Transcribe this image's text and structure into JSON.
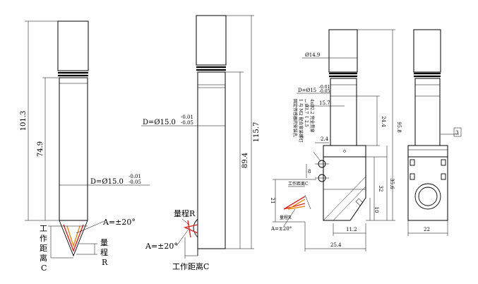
{
  "view1": {
    "total_length": "101.3",
    "body_length": "74.9",
    "diameter": "D=Ø15.0",
    "tol_upper": "-0.01",
    "tol_lower": "-0.05",
    "angle": "A=±20°",
    "wd_label_chars": [
      "工",
      "作",
      "距",
      "离",
      "C"
    ],
    "range_label_chars": [
      "量",
      "程",
      "R"
    ]
  },
  "view2": {
    "total_length": "115.7",
    "body_length": "89.4",
    "diameter": "D=Ø15.0",
    "tol_upper": "-0.01",
    "tol_lower": "-0.05",
    "range_label": "量程R",
    "angle": "A=±20°",
    "wd_label": "工作距离C"
  },
  "view3": {
    "top_diameter": "Ø14.9",
    "diameter": "D=Ø15",
    "tol_upper": "-0.01",
    "tol_lower": "-0.05",
    "hole_note_lines": [
      "4xØ2.2 完全贯穿",
      "⌴ Ø3.7 ↧ 2.5",
      "1 与 M2 配合安装螺钉",
      "固定传感器的安装孔"
    ],
    "dim_15_7": "15.7",
    "dim_24_4": "24.4",
    "dim_2_4": "2.4",
    "dim_8": "8",
    "dim_32": "32",
    "dim_35_6": "35.6",
    "dim_21": "21",
    "dim_10": "10",
    "dim_11_2": "11.2",
    "dim_25_4": "25.4",
    "wd_label": "工作距离C",
    "range_label": "量程R",
    "angle": "A=±20°"
  },
  "view4": {
    "total_length": "95.8",
    "dim_3": "3",
    "dim_22": "22"
  },
  "colors": {
    "red_beam": "#d22222",
    "orange_beam": "#e8891a",
    "line": "#000000"
  }
}
